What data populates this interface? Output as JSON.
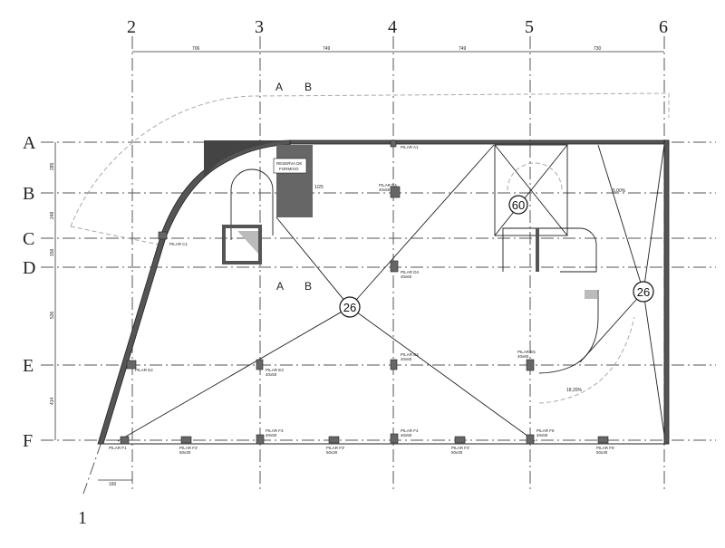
{
  "grid": {
    "columns": [
      "2",
      "3",
      "4",
      "5",
      "6"
    ],
    "rows": [
      "A",
      "B",
      "C",
      "D",
      "E",
      "F"
    ],
    "extra_axis": "1"
  },
  "dimensions": {
    "top": [
      "706",
      "749",
      "749",
      "730"
    ],
    "left": [
      "285",
      "248",
      "156",
      "536",
      "414"
    ],
    "bottom_left": "160"
  },
  "section_marks": [
    "A",
    "B",
    "A",
    "B"
  ],
  "circles": [
    "26",
    "26",
    "60"
  ],
  "notes": {
    "reserve": [
      "RESERVA DE",
      "FORMIGO"
    ],
    "slope_1": "5,00%",
    "slope_2": "18,20%",
    "slope_3": "1/25"
  },
  "pillars": [
    {
      "name": "PILAR A1",
      "size": ""
    },
    {
      "name": "PILAR B4",
      "size": "40x50"
    },
    {
      "name": "PILAR C1",
      "size": ""
    },
    {
      "name": "PILAR D4",
      "size": "40x60"
    },
    {
      "name": "PILAR E2",
      "size": ""
    },
    {
      "name": "PILAR E3",
      "size": "40x50"
    },
    {
      "name": "PILAR E4",
      "size": "40x60"
    },
    {
      "name": "PILAR E5",
      "size": "40x60"
    },
    {
      "name": "PILAR F1",
      "size": ""
    },
    {
      "name": "PILAR F2'",
      "size": "50x30"
    },
    {
      "name": "PILAR F3",
      "size": "40x50"
    },
    {
      "name": "PILAR F3'",
      "size": "50x30"
    },
    {
      "name": "PILAR F4",
      "size": "40x50"
    },
    {
      "name": "PILAR F4'",
      "size": "50x30"
    },
    {
      "name": "PILAR F5",
      "size": "40x50"
    },
    {
      "name": "PILAR F5'",
      "size": "50x30"
    }
  ]
}
